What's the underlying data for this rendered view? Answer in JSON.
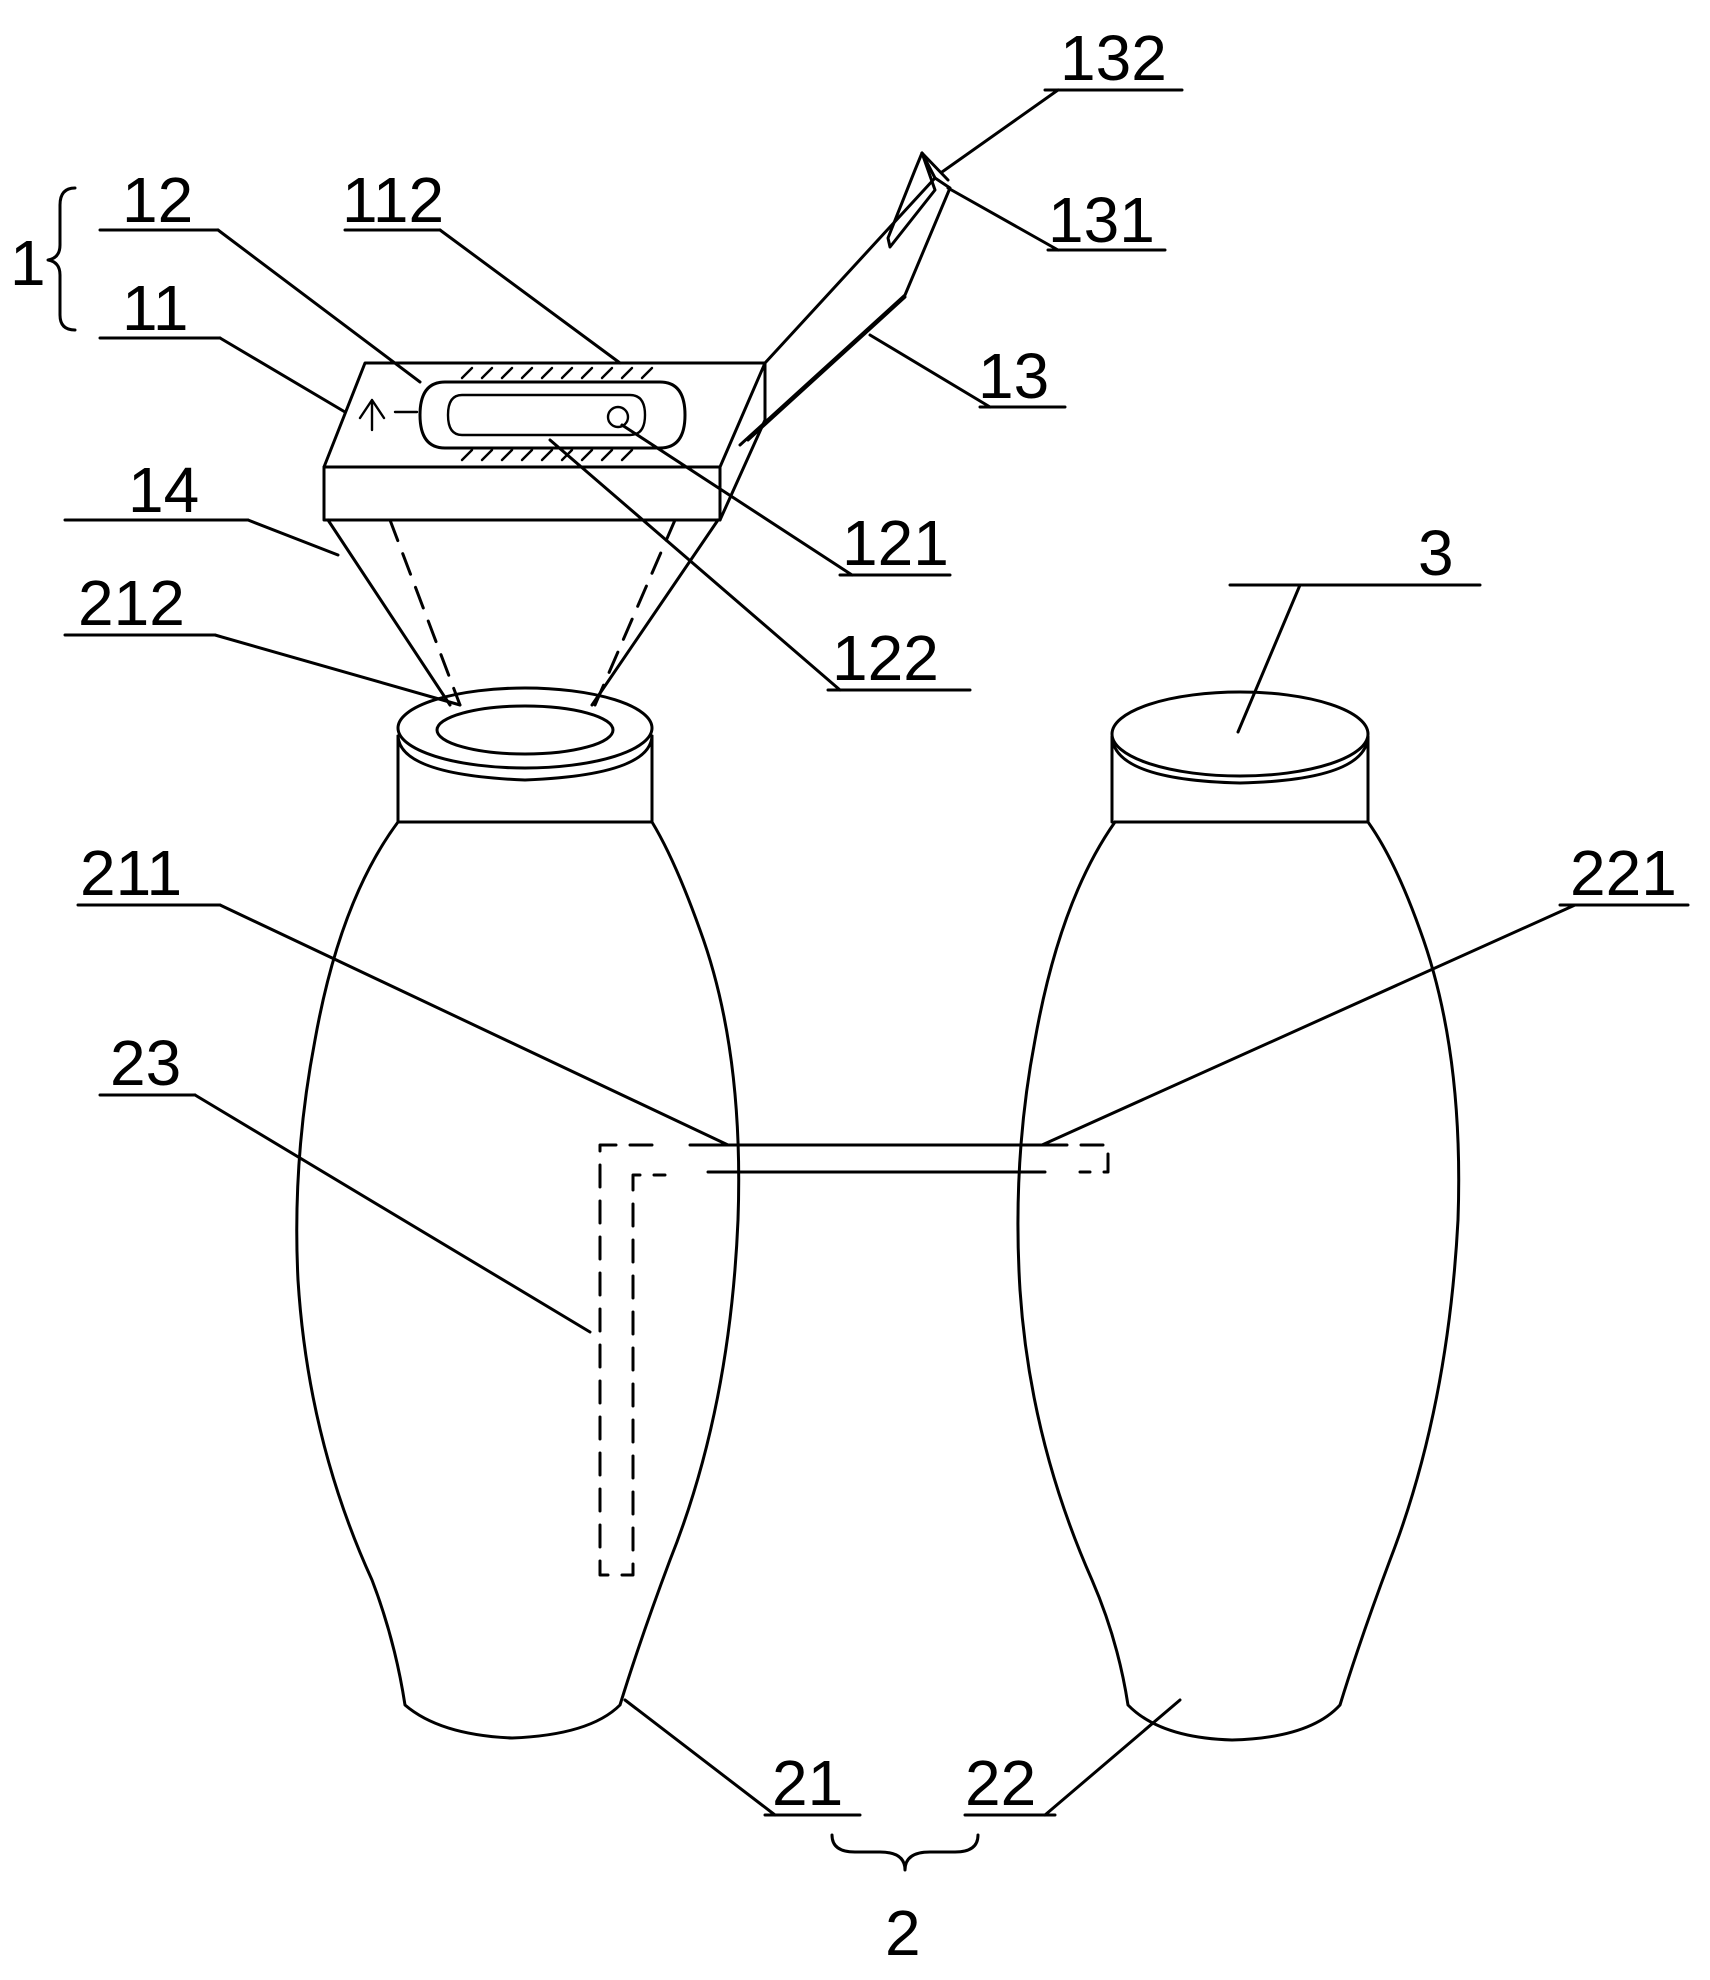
{
  "labels": {
    "l132": "132",
    "l112": "112",
    "l12": "12",
    "l131": "131",
    "l1": "1",
    "l11": "11",
    "l13": "13",
    "l14": "14",
    "l121": "121",
    "l212": "212",
    "l122": "122",
    "l3": "3",
    "l211": "211",
    "l221": "221",
    "l23": "23",
    "l21": "21",
    "l22": "22",
    "l2": "2"
  }
}
